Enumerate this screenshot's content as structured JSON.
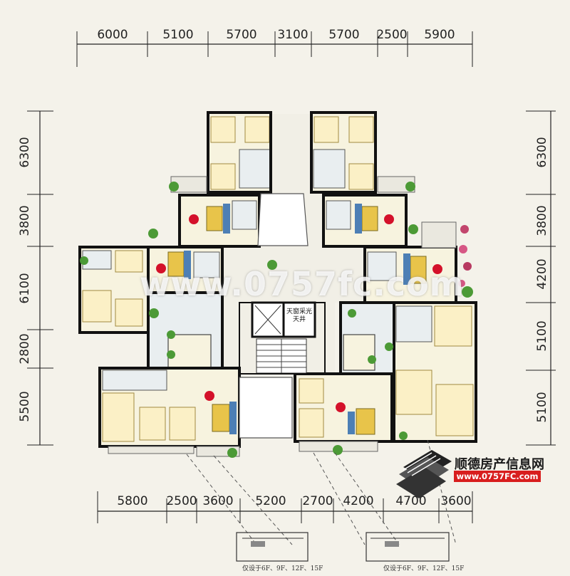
{
  "dimensions": {
    "top": [
      "6000",
      "5100",
      "5700",
      "3100",
      "5700",
      "2500",
      "5900"
    ],
    "left": [
      "6300",
      "3800",
      "6100",
      "2800",
      "5500"
    ],
    "right": [
      "6300",
      "3800",
      "4200",
      "5100",
      "5100"
    ],
    "bottom": [
      "5800",
      "2500",
      "3600",
      "5200",
      "2700",
      "4200",
      "4700",
      "3600"
    ]
  },
  "watermark": "www.0757fc.com",
  "logo": {
    "name": "顺德房产信息网",
    "url": "www.0757FC.com"
  },
  "elevator_lobby_label": "天窗采光天井",
  "note_left": "仅设于6F、9F、12F、15F",
  "note_right": "仅设于6F、9F、12F、15F",
  "colors": {
    "background": "#f4f2ea",
    "living_dot": "#d4112a",
    "logo_bar": "#d81e1e"
  }
}
